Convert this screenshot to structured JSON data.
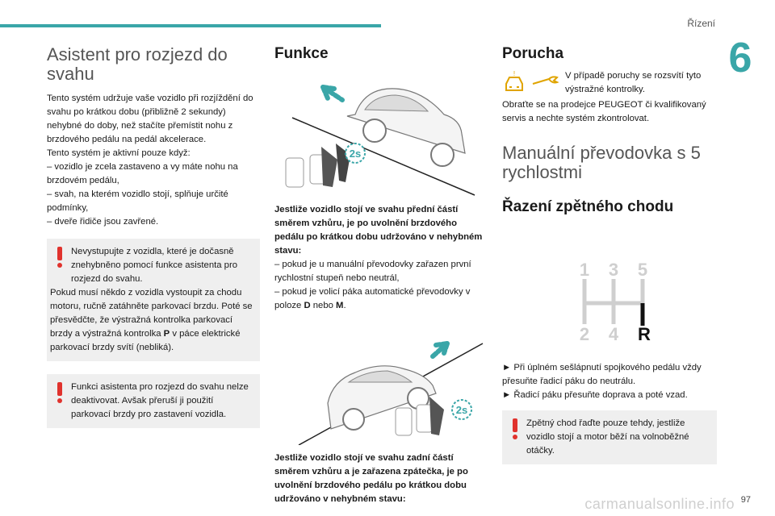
{
  "header": {
    "section": "Řízení",
    "chapter": "6"
  },
  "col1": {
    "title": "Asistent pro rozjezd do svahu",
    "paragraph": [
      "Tento systém udržuje vaše vozidlo při rozjíždění do svahu po krátkou dobu (přibližně 2 sekundy) nehybné do doby, než stačíte přemístit nohu z brzdového pedálu na pedál akcelerace.",
      "Tento systém je aktivní pouze když:",
      "– vozidlo je zcela zastaveno a vy máte nohu na brzdovém pedálu,",
      "– svah, na kterém vozidlo stojí, splňuje určité podmínky,",
      "– dveře řidiče jsou zavřené."
    ],
    "warn1": {
      "l1": "Nevystupujte z vozidla, které je dočasně znehybněno pomocí funkce asistenta pro rozjezd do svahu.",
      "l2": "Pokud musí někdo z vozidla vystoupit za chodu motoru, ručně zatáhněte parkovací brzdu. Poté se přesvědčte, že výstražná kontrolka parkovací brzdy a výstražná kontrolka ",
      "bold": "P",
      "l3": " v páce elektrické parkovací brzdy svítí (nebliká)."
    },
    "warn2": "Funkci asistenta pro rozjezd do svahu nelze deaktivovat. Avšak přeruší ji použití parkovací brzdy pro zastavení vozidla."
  },
  "col2": {
    "title": "Funkce",
    "badge": "2s",
    "caption1": "Jestliže vozidlo stojí ve svahu přední částí směrem vzhůru, je po uvolnění brzdového pedálu po krátkou dobu udržováno v nehybném stavu:",
    "item1": "– pokud je u manuální převodovky zařazen první rychlostní stupeň nebo neutrál,",
    "item2_a": "– pokud je volicí páka automatické převodovky v poloze ",
    "item2_b": "D",
    "item2_c": " nebo ",
    "item2_d": "M",
    "item2_e": ".",
    "caption2": "Jestliže vozidlo stojí ve svahu zadní částí směrem vzhůru a je zařazena zpátečka, je po uvolnění brzdového pedálu po krátkou dobu udržováno v nehybném stavu:"
  },
  "col3": {
    "title1": "Porucha",
    "fault1": "V případě poruchy se rozsvítí tyto výstražné kontrolky.",
    "fault2": "Obraťte se na prodejce PEUGEOT či kvalifikovaný servis a nechte systém zkontrolovat.",
    "title2": "Manuální převodovka s 5 rychlostmi",
    "title3": "Řazení zpětného chodu",
    "gears": {
      "g1": "1",
      "g3": "3",
      "g5": "5",
      "g2": "2",
      "g4": "4",
      "gr": "R"
    },
    "step1": "► Při úplném sešlápnutí spojkového pedálu vždy přesuňte řadicí páku do neutrálu.",
    "step2": "► Řadicí páku přesuňte doprava a poté vzad.",
    "warn": "Zpětný chod řaďte pouze tehdy, jestliže vozidlo stojí a motor běží na volnoběžné otáčky."
  },
  "footer": {
    "page": "97",
    "url": "carmanualsonline.info"
  }
}
